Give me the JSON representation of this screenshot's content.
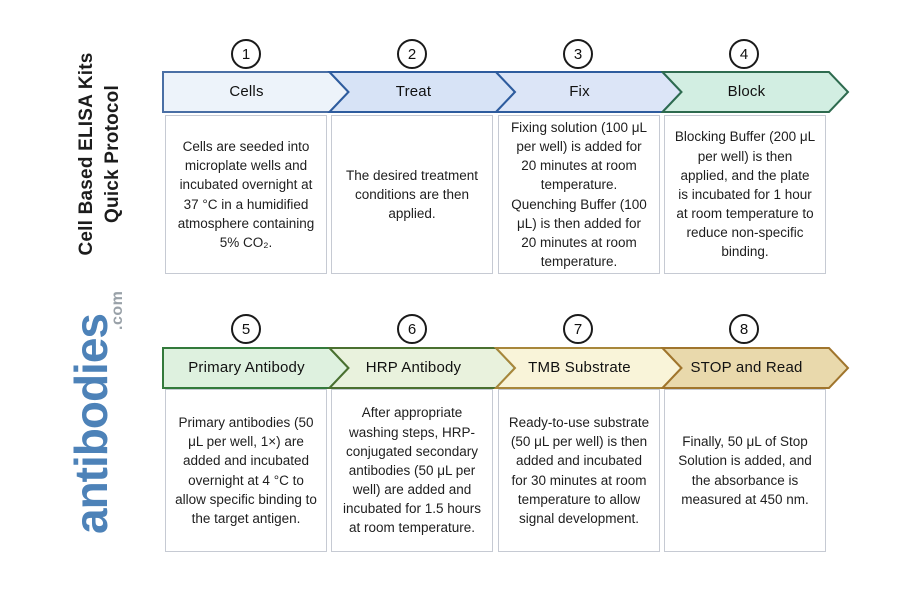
{
  "brand": {
    "logo_text": "antibodies",
    "logo_tld": ".com",
    "logo_color": "#4d82b8",
    "tld_color": "#99a1a8"
  },
  "title": {
    "line1": "Cell Based ELISA Kits",
    "line2": "Quick Protocol"
  },
  "rows": [
    {
      "steps": [
        {
          "number": "1",
          "label": "Cells",
          "fill": "#edf3fa",
          "border": "#4a6fa5",
          "description": "Cells are seeded into microplate wells and incubated overnight at 37 °C in a humidified atmosphere containing 5% CO₂."
        },
        {
          "number": "2",
          "label": "Treat",
          "fill": "#d7e3f6",
          "border": "#2e5c9e",
          "description": "The desired treatment conditions are then applied."
        },
        {
          "number": "3",
          "label": "Fix",
          "fill": "#dce5f7",
          "border": "#2e5c9e",
          "description": "Fixing solution (100 μL per well) is added for 20 minutes at room temperature. Quenching Buffer (100 μL) is then added for 20 minutes at room temperature."
        },
        {
          "number": "4",
          "label": "Block",
          "fill": "#d2eee2",
          "border": "#2e6b4f",
          "description": "Blocking Buffer (200 μL per well) is then applied, and the plate is incubated for 1 hour at room temperature to reduce non-specific binding."
        }
      ]
    },
    {
      "steps": [
        {
          "number": "5",
          "label": "Primary Antibody",
          "fill": "#def1df",
          "border": "#337a3b",
          "description": "Primary antibodies (50 μL per well, 1×) are added and incubated overnight at 4 °C to allow specific binding to the target antigen."
        },
        {
          "number": "6",
          "label": "HRP Antibody",
          "fill": "#e9f2dd",
          "border": "#4a7030",
          "description": "After appropriate washing steps, HRP-conjugated secondary antibodies (50 μL per well) are added and incubated for 1.5 hours at room temperature."
        },
        {
          "number": "7",
          "label": "TMB Substrate",
          "fill": "#f9f4d9",
          "border": "#a8873b",
          "description": "Ready-to-use substrate (50 μL per well) is then added and incubated for 30 minutes at room temperature to allow signal development."
        },
        {
          "number": "8",
          "label": "STOP and Read",
          "fill": "#e9d9ac",
          "border": "#a0752d",
          "description": "Finally, 50 μL of Stop Solution is added, and the absorbance is measured at 450 nm."
        }
      ]
    }
  ]
}
